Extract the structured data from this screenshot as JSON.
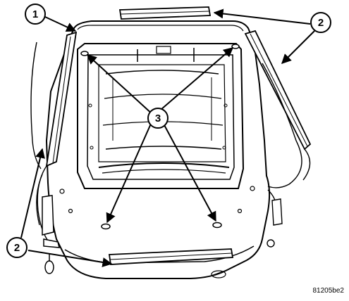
{
  "figure": {
    "code": "81205be2"
  },
  "callouts": [
    {
      "id": "callout-1",
      "label": "1"
    },
    {
      "id": "callout-2-top",
      "label": "2"
    },
    {
      "id": "callout-2-bottom",
      "label": "2"
    },
    {
      "id": "callout-3",
      "label": "3"
    }
  ],
  "colors": {
    "line": "#000000",
    "background": "#ffffff",
    "shade": "#d9d9d9"
  }
}
